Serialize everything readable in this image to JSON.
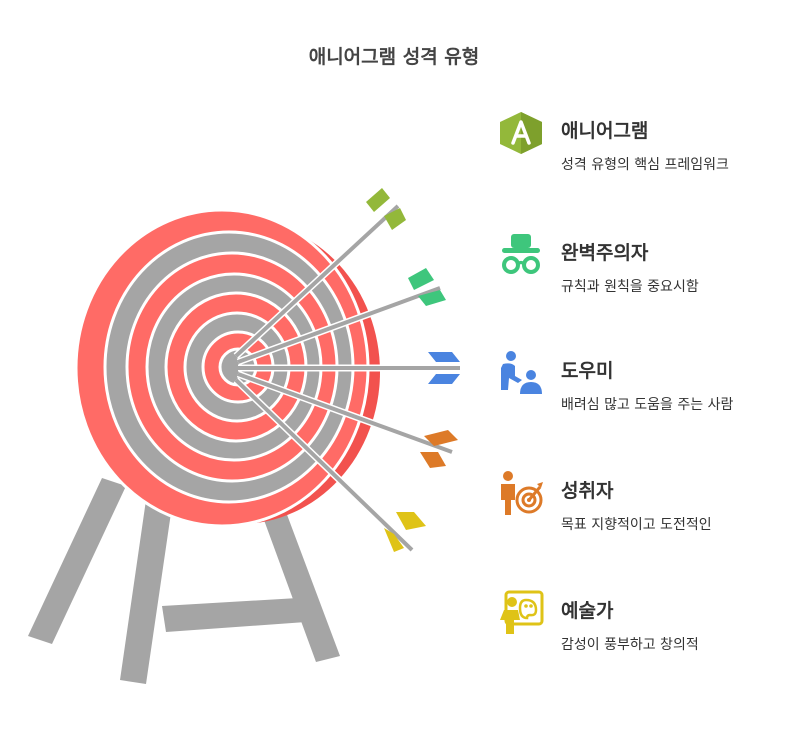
{
  "title": "애니어그램 성격 유형",
  "colors": {
    "target_red": "#ff6b66",
    "target_gray": "#a5a5a5",
    "green_olive": "#93b83a",
    "green": "#3ec67c",
    "blue": "#4a84e0",
    "orange": "#dd7a28",
    "yellow": "#dfc317"
  },
  "items": [
    {
      "name": "애니어그램",
      "desc": "성격 유형의 핵심 프레임워크",
      "icon": "angular-a-hexagon-icon",
      "color": "#93b83a"
    },
    {
      "name": "완벽주의자",
      "desc": "규칙과 원칙을 중요시함",
      "icon": "detective-hat-glasses-icon",
      "color": "#3ec67c"
    },
    {
      "name": "도우미",
      "desc": "배려심 많고 도움을 주는 사람",
      "icon": "helping-people-icon",
      "color": "#4a84e0"
    },
    {
      "name": "성취자",
      "desc": "목표 지향적이고 도전적인",
      "icon": "person-target-icon",
      "color": "#dd7a28"
    },
    {
      "name": "예술가",
      "desc": "감성이 풍부하고 창의적",
      "icon": "artist-palette-icon",
      "color": "#dfc317"
    }
  ]
}
